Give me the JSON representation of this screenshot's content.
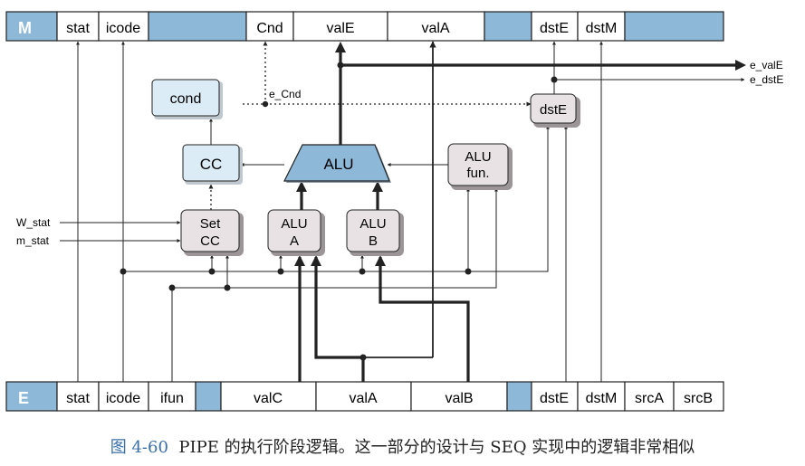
{
  "registers": {
    "m": {
      "label": "M",
      "fields": [
        "stat",
        "icode",
        "Cnd",
        "valE",
        "valA",
        "dstE",
        "dstM"
      ]
    },
    "e": {
      "label": "E",
      "fields": [
        "stat",
        "icode",
        "ifun",
        "valC",
        "valA",
        "valB",
        "dstE",
        "dstM",
        "srcA",
        "srcB"
      ]
    }
  },
  "blocks": {
    "cond": "cond",
    "cc": "CC",
    "alu": "ALU",
    "alu_fun": [
      "ALU",
      "fun."
    ],
    "set_cc": [
      "Set",
      "CC"
    ],
    "alu_a": [
      "ALU",
      "A"
    ],
    "alu_b": [
      "ALU",
      "B"
    ],
    "dste": "dstE"
  },
  "signals": {
    "e_cnd": "e_Cnd",
    "e_vale": "e_valE",
    "e_dste": "e_dstE",
    "w_stat": "W_stat",
    "m_stat": "m_stat"
  },
  "caption": {
    "figure": "图 4-60",
    "text": "PIPE 的执行阶段逻辑。这一部分的设计与 SEQ 实现中的逻辑非常相似"
  },
  "colors": {
    "register_shade": "#8db8d8",
    "block_light": "#dcecf6",
    "block_gray": "#e8e2e4",
    "line": "#222222"
  }
}
